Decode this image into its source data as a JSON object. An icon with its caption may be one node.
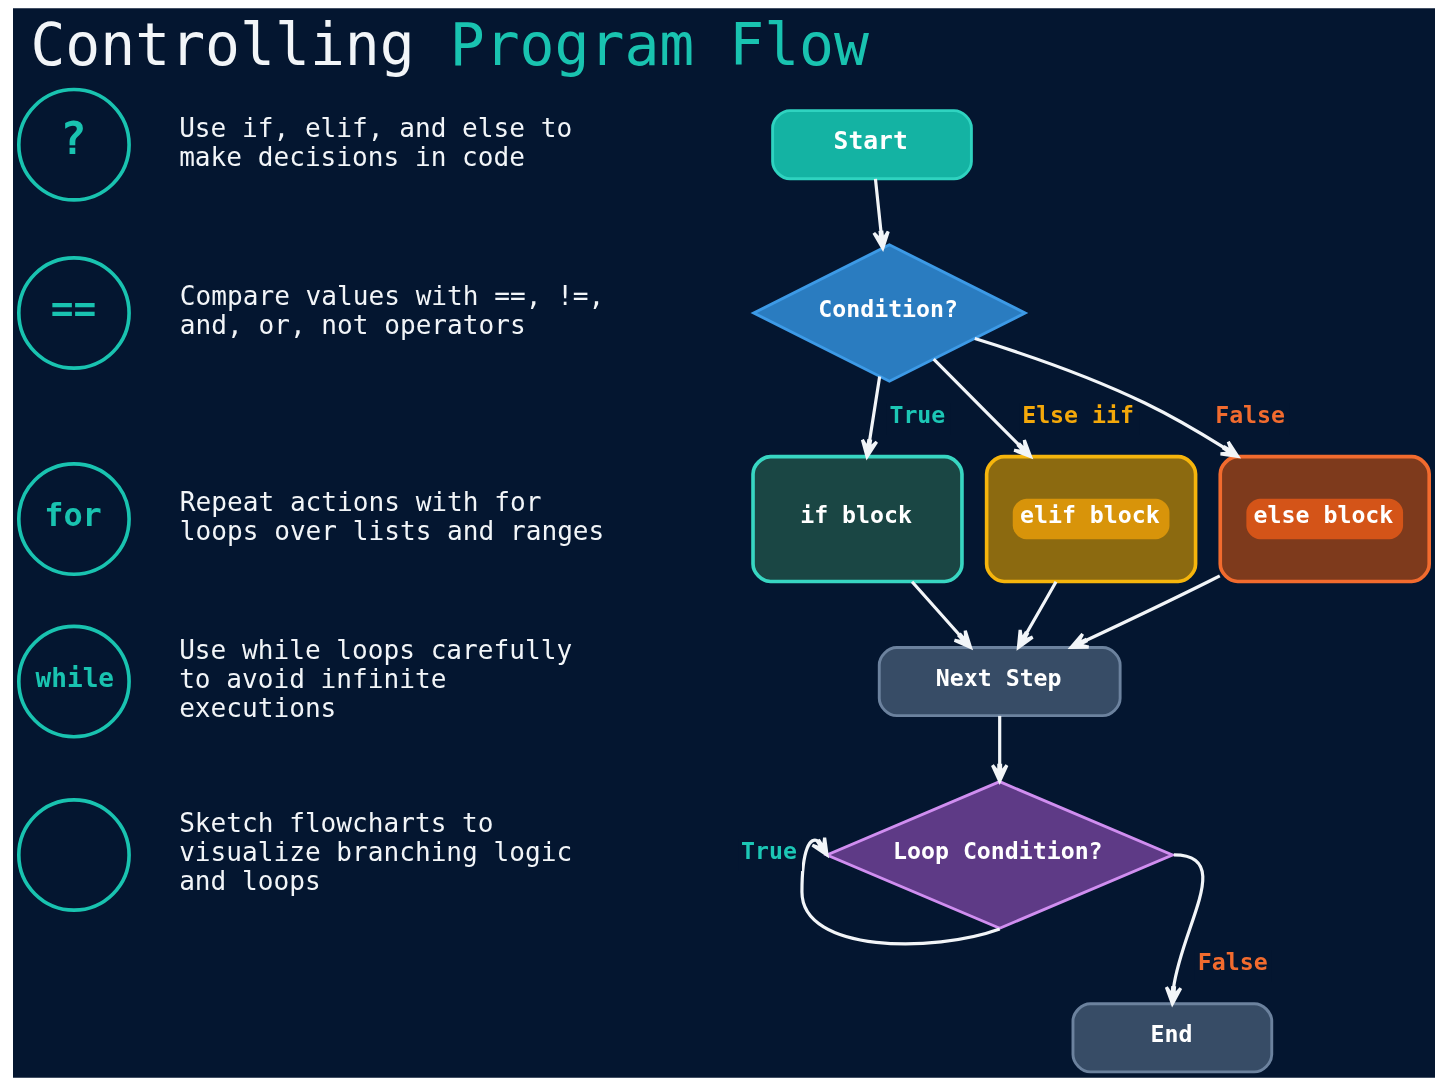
{
  "diagram": {
    "title": "Controlling Program Flow",
    "nodes": [
      {
        "text": [
          "?"
        ],
        "beside": [
          "Use if, elif, and else to make decisions in code"
        ]
      },
      {
        "text": [
          "=="
        ],
        "beside": [
          "Compare values with ==, !=, and, or, not operators"
        ]
      },
      {
        "text": [
          "for"
        ],
        "beside": [
          "Repeat actions with for loops over lists and ranges"
        ]
      },
      {
        "text": [
          "while"
        ],
        "beside": [
          "Use while loops carefully to avoid infinite executions"
        ]
      },
      {
        "text": [],
        "shape": "circle",
        "beside": [
          "Sketch flowcharts to visualize branching logic and loops"
        ]
      },
      {
        "text": [
          "Start"
        ]
      },
      {
        "text": [
          "Condition?"
        ]
      },
      {
        "text": [
          "if block"
        ]
      },
      {
        "text": [
          "elif block"
        ]
      },
      {
        "text": [
          "else block"
        ]
      },
      {
        "text": [
          "Next Step"
        ]
      },
      {
        "text": [
          "Loop Condition?"
        ]
      },
      {
        "text": [
          "End"
        ]
      }
    ],
    "edges": [
      {
        "from": 5,
        "to": 6,
        "arrow": "to"
      },
      {
        "from": 6,
        "to": 7,
        "arrow": "to",
        "label": "True"
      },
      {
        "from": 6,
        "to": 8,
        "arrow": "to",
        "label": "Else iif"
      },
      {
        "from": 6,
        "to": 9,
        "arrow": "to",
        "label": "False"
      },
      {
        "from": 7,
        "to": 10,
        "arrow": "to"
      },
      {
        "from": 8,
        "to": 10,
        "arrow": "to"
      },
      {
        "from": 9,
        "to": 10,
        "arrow": "to"
      },
      {
        "from": 10,
        "to": 11,
        "arrow": "to"
      },
      {
        "from": 11,
        "to": 11,
        "arrow": "to",
        "label": "True"
      },
      {
        "from": 11,
        "to": 12,
        "arrow": "to",
        "label": "False"
      }
    ]
  }
}
